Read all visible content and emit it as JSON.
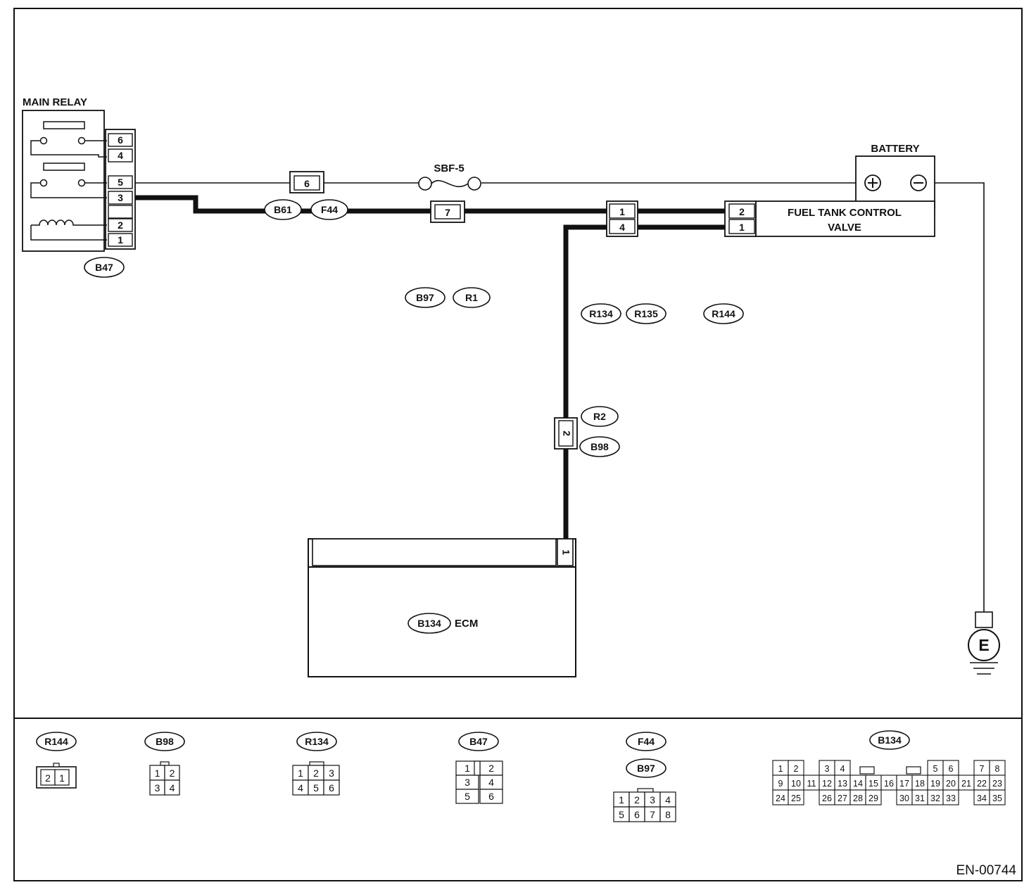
{
  "labels": {
    "main_relay": "MAIN RELAY",
    "battery": "BATTERY",
    "fuse": "SBF-5",
    "valve_line1": "FUEL TANK CONTROL",
    "valve_line2": "VALVE",
    "ecm": "ECM",
    "ground": "E",
    "diagram_code": "EN-00744",
    "battery_plus": "+",
    "battery_minus": "−"
  },
  "relay_pins": [
    "6",
    "4",
    "5",
    "3",
    "",
    "2",
    "1"
  ],
  "connectors": {
    "b47": "B47",
    "b61": "B61",
    "f44": "F44",
    "b97": "B97",
    "r1": "R1",
    "r134": "R134",
    "r135": "R135",
    "r144": "R144",
    "r2": "R2",
    "b98": "B98",
    "b134": "B134"
  },
  "pins": {
    "b61_f44": "6",
    "b97_r1": "7",
    "r134_top": "1",
    "r134_bottom": "4",
    "valve_top": "2",
    "valve_bottom": "1",
    "r2_b98": "2",
    "ecm": "1"
  },
  "legend": {
    "r144": {
      "label": "R144",
      "rows": [
        [
          "2",
          "1"
        ]
      ]
    },
    "b98": {
      "label": "B98",
      "rows": [
        [
          "1",
          "2"
        ],
        [
          "3",
          "4"
        ]
      ]
    },
    "r134": {
      "label": "R134",
      "rows": [
        [
          "1",
          "2",
          "3"
        ],
        [
          "4",
          "5",
          "6"
        ]
      ]
    },
    "b47": {
      "label": "B47",
      "rows": [
        [
          "1",
          "",
          "2"
        ],
        [
          "3",
          "",
          "4"
        ],
        [
          "5",
          "",
          "6"
        ]
      ]
    },
    "f44_b97": {
      "label1": "F44",
      "label2": "B97",
      "rows": [
        [
          "1",
          "2",
          "3",
          "4"
        ],
        [
          "5",
          "6",
          "7",
          "8"
        ]
      ]
    },
    "b134": {
      "label": "B134",
      "row1": [
        "1",
        "2",
        "",
        "3",
        "4",
        "",
        "",
        "",
        "",
        "",
        "5",
        "6",
        "",
        "7",
        "8"
      ],
      "row2": [
        "9",
        "10",
        "11",
        "12",
        "13",
        "14",
        "15",
        "16",
        "17",
        "18",
        "19",
        "20",
        "21",
        "22",
        "23"
      ],
      "row3": [
        "24",
        "25",
        "",
        "26",
        "27",
        "28",
        "29",
        "",
        "30",
        "31",
        "32",
        "33",
        "",
        "34",
        "35"
      ]
    }
  }
}
